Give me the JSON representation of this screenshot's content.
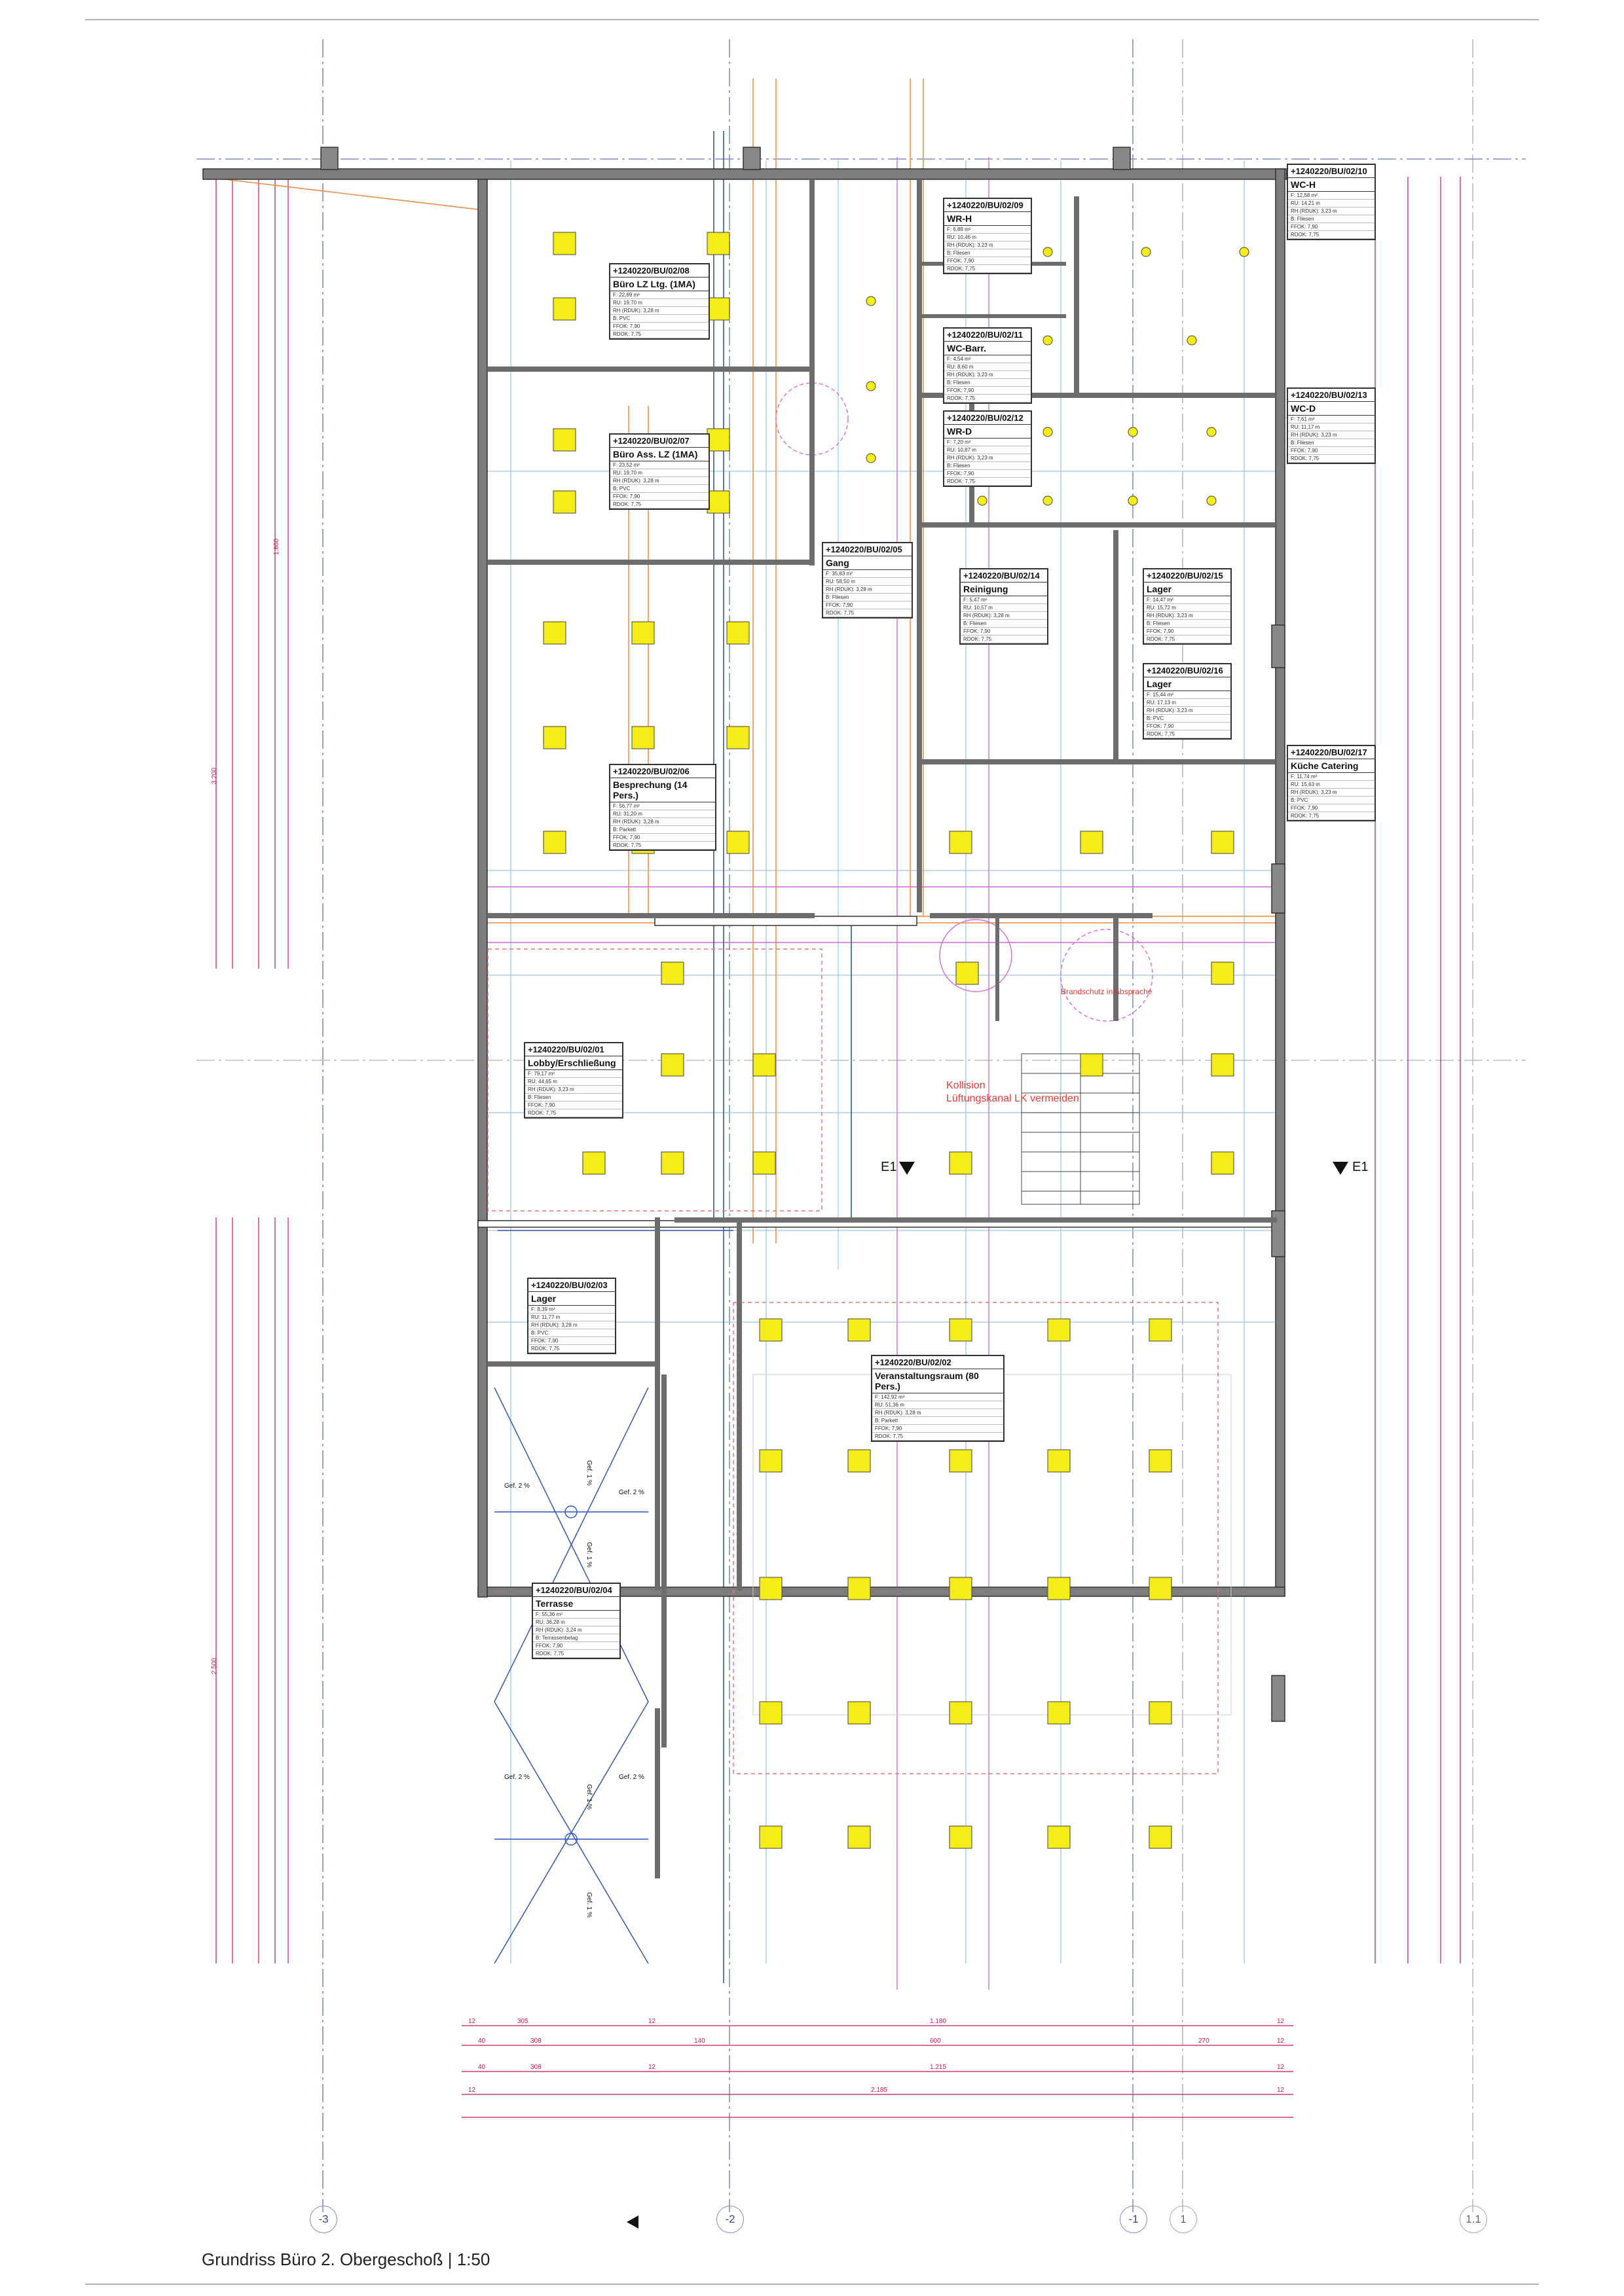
{
  "drawing": {
    "caption": "Grundriss Büro 2. Obergeschoß | 1:50",
    "section_marker": "E1"
  },
  "colors": {
    "wall": "#6d6d6d",
    "fixture": "#f5ec18",
    "grid": "#7f8fbf",
    "dimension": "#c2185b",
    "duct": "#f08a3c",
    "pipe_blue": "#2f56b8",
    "note_red": "#e53935"
  },
  "grid_axes": [
    {
      "label": "-3",
      "style": "blue"
    },
    {
      "label": "-2",
      "style": "blue"
    },
    {
      "label": "-1",
      "style": "blue"
    },
    {
      "label": "1",
      "style": "grey"
    },
    {
      "label": "1.1",
      "style": "grey"
    }
  ],
  "rooms": [
    {
      "id": "+1240220/BU/02/08",
      "name": "Büro LZ Ltg. (1MA)",
      "lines": [
        "F: 22,89 m²",
        "RU: 19,70 m",
        "RH (RDUK): 3,28 m",
        "B: PVC",
        "FFOK: 7,90",
        "RDOK: 7,75"
      ]
    },
    {
      "id": "+1240220/BU/02/07",
      "name": "Büro Ass. LZ (1MA)",
      "lines": [
        "F: 23,52 m²",
        "RU: 19,70 m",
        "RH (RDUK): 3,28 m",
        "B: PVC",
        "FFOK: 7,90",
        "RDOK: 7,75"
      ]
    },
    {
      "id": "+1240220/BU/02/09",
      "name": "WR-H",
      "lines": [
        "F: 6,88 m²",
        "RU: 10,46 m",
        "RH (RDUK): 3,23 m",
        "B: Fliesen",
        "FFOK: 7,90",
        "RDOK: 7,75"
      ]
    },
    {
      "id": "+1240220/BU/02/10",
      "name": "WC-H",
      "lines": [
        "F: 12,58 m²",
        "RU: 14,21 m",
        "RH (RDUK): 3,23 m",
        "B: Fliesen",
        "FFOK: 7,90",
        "RDOK: 7,75"
      ]
    },
    {
      "id": "+1240220/BU/02/11",
      "name": "WC-Barr.",
      "lines": [
        "F: 4,54 m²",
        "RU: 8,60 m",
        "RH (RDUK): 3,23 m",
        "B: Fliesen",
        "FFOK: 7,90",
        "RDOK: 7,75"
      ]
    },
    {
      "id": "+1240220/BU/02/13",
      "name": "WC-D",
      "lines": [
        "F: 7,61 m²",
        "RU: 11,17 m",
        "RH (RDUK): 3,23 m",
        "B: Fliesen",
        "FFOK: 7,90",
        "RDOK: 7,75"
      ]
    },
    {
      "id": "+1240220/BU/02/12",
      "name": "WR-D",
      "lines": [
        "F: 7,20 m²",
        "RU: 10,87 m",
        "RH (RDUK): 3,23 m",
        "B: Fliesen",
        "FFOK: 7,90",
        "RDOK: 7,75"
      ]
    },
    {
      "id": "+1240220/BU/02/05",
      "name": "Gang",
      "lines": [
        "F: 35,83 m²",
        "RU: 58,50 m",
        "RH (RDUK): 3,28 m",
        "B: Fliesen",
        "FFOK: 7,90",
        "RDOK: 7,75"
      ]
    },
    {
      "id": "+1240220/BU/02/14",
      "name": "Reinigung",
      "lines": [
        "F: 5,47 m²",
        "RU: 10,57 m",
        "RH (RDUK): 3,28 m",
        "B: Fliesen",
        "FFOK: 7,90",
        "RDOK: 7,75"
      ]
    },
    {
      "id": "+1240220/BU/02/15",
      "name": "Lager",
      "lines": [
        "F: 14,47 m²",
        "RU: 15,72 m",
        "RH (RDUK): 3,23 m",
        "B: Fliesen",
        "FFOK: 7,90",
        "RDOK: 7,75"
      ]
    },
    {
      "id": "+1240220/BU/02/16",
      "name": "Lager",
      "lines": [
        "F: 15,44 m²",
        "RU: 17,13 m",
        "RH (RDUK): 3,23 m",
        "B: PVC",
        "FFOK: 7,90",
        "RDOK: 7,75"
      ]
    },
    {
      "id": "+1240220/BU/02/06",
      "name": "Besprechung (14 Pers.)",
      "lines": [
        "F: 56,77 m²",
        "RU: 31,20 m",
        "RH (RDUK): 3,28 m",
        "B: Parkett",
        "FFOK: 7,90",
        "RDOK: 7,75"
      ]
    },
    {
      "id": "+1240220/BU/02/17",
      "name": "Küche Catering",
      "lines": [
        "F: 11,74 m²",
        "RU: 15,63 m",
        "RH (RDUK): 3,23 m",
        "B: PVC",
        "FFOK: 7,90",
        "RDOK: 7,75"
      ]
    },
    {
      "id": "+1240220/BU/02/01",
      "name": "Lobby/Erschließung",
      "lines": [
        "F: 79,17 m²",
        "RU: 44,65 m",
        "RH (RDUK): 3,23 m",
        "B: Fliesen",
        "FFOK: 7,90",
        "RDOK: 7,75"
      ]
    },
    {
      "id": "+1240220/BU/02/03",
      "name": "Lager",
      "lines": [
        "F: 8,39 m²",
        "RU: 11,77 m",
        "RH (RDUK): 3,28 m",
        "B: PVC",
        "FFOK: 7,90",
        "RDOK: 7,75"
      ]
    },
    {
      "id": "+1240220/BU/02/02",
      "name": "Veranstaltungsraum (80 Pers.)",
      "lines": [
        "F: 142,92 m²",
        "RU: 51,36 m",
        "RH (RDUK): 3,28 m",
        "B: Parkett",
        "FFOK: 7,90",
        "RDOK: 7,75"
      ]
    },
    {
      "id": "+1240220/BU/02/04",
      "name": "Terrasse",
      "lines": [
        "F: 55,36 m²",
        "RU: 36,28 m",
        "RH (RDUK): 3,24 m",
        "B: Terrassenbelag",
        "FFOK: 7,90",
        "RDOK: 7,75"
      ]
    }
  ],
  "notes": [
    "Brandschutz in Absprache",
    "Kollision",
    "Lüftungskanal LK vermeiden"
  ],
  "slopes": [
    "Gef. 1 %",
    "Gef. 2 %",
    "Gef. 2 %",
    "Gef. 1 %",
    "Gef. 1 %",
    "Gef. 2 %",
    "Gef. 2 %",
    "Gef. 1 %"
  ],
  "dimensions": {
    "bottom_rows": [
      [
        "12",
        "305",
        "12",
        "1.180",
        "12"
      ],
      [
        "40",
        "308",
        "140",
        "600",
        "270",
        "12"
      ],
      [
        "40",
        "308",
        "12",
        "1.215",
        "12"
      ],
      [
        "12",
        "2.185",
        "12"
      ]
    ],
    "left_column": [
      "1.600",
      "3.200",
      "2.500"
    ]
  }
}
